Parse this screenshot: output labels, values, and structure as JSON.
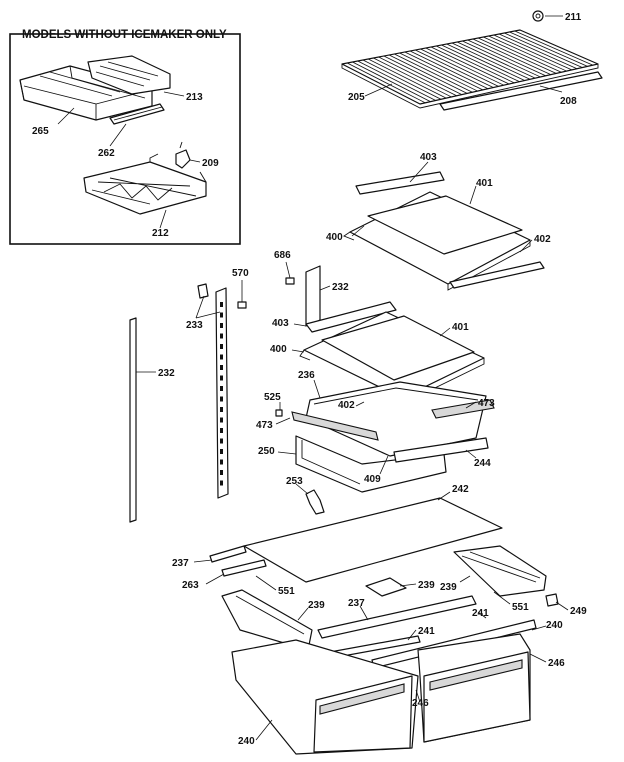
{
  "inset": {
    "title": "MODELS WITHOUT ICEMAKER ONLY"
  },
  "labels": [
    {
      "id": "l211",
      "text": "211"
    },
    {
      "id": "l205",
      "text": "205"
    },
    {
      "id": "l208",
      "text": "208"
    },
    {
      "id": "l213",
      "text": "213"
    },
    {
      "id": "l265",
      "text": "265"
    },
    {
      "id": "l262",
      "text": "262"
    },
    {
      "id": "l209",
      "text": "209"
    },
    {
      "id": "l212",
      "text": "212"
    },
    {
      "id": "l403a",
      "text": "403"
    },
    {
      "id": "l401a",
      "text": "401"
    },
    {
      "id": "l400a",
      "text": "400"
    },
    {
      "id": "l402a",
      "text": "402"
    },
    {
      "id": "l686",
      "text": "686"
    },
    {
      "id": "l570",
      "text": "570"
    },
    {
      "id": "l232a",
      "text": "232"
    },
    {
      "id": "l233",
      "text": "233"
    },
    {
      "id": "l403b",
      "text": "403"
    },
    {
      "id": "l401b",
      "text": "401"
    },
    {
      "id": "l232b",
      "text": "232"
    },
    {
      "id": "l400b",
      "text": "400"
    },
    {
      "id": "l236",
      "text": "236"
    },
    {
      "id": "l525",
      "text": "525"
    },
    {
      "id": "l402b",
      "text": "402"
    },
    {
      "id": "l473a",
      "text": "473"
    },
    {
      "id": "l473b",
      "text": "473"
    },
    {
      "id": "l250",
      "text": "250"
    },
    {
      "id": "l409",
      "text": "409"
    },
    {
      "id": "l244",
      "text": "244"
    },
    {
      "id": "l253",
      "text": "253"
    },
    {
      "id": "l242",
      "text": "242"
    },
    {
      "id": "l237a",
      "text": "237"
    },
    {
      "id": "l263",
      "text": "263"
    },
    {
      "id": "l551a",
      "text": "551"
    },
    {
      "id": "l239a",
      "text": "239"
    },
    {
      "id": "l239b",
      "text": "239"
    },
    {
      "id": "l551b",
      "text": "551"
    },
    {
      "id": "l249",
      "text": "249"
    },
    {
      "id": "l239c",
      "text": "239"
    },
    {
      "id": "l237b",
      "text": "237"
    },
    {
      "id": "l241a",
      "text": "241"
    },
    {
      "id": "l241b",
      "text": "241"
    },
    {
      "id": "l240a",
      "text": "240"
    },
    {
      "id": "l246a",
      "text": "246"
    },
    {
      "id": "l246b",
      "text": "246"
    },
    {
      "id": "l240b",
      "text": "240"
    }
  ]
}
